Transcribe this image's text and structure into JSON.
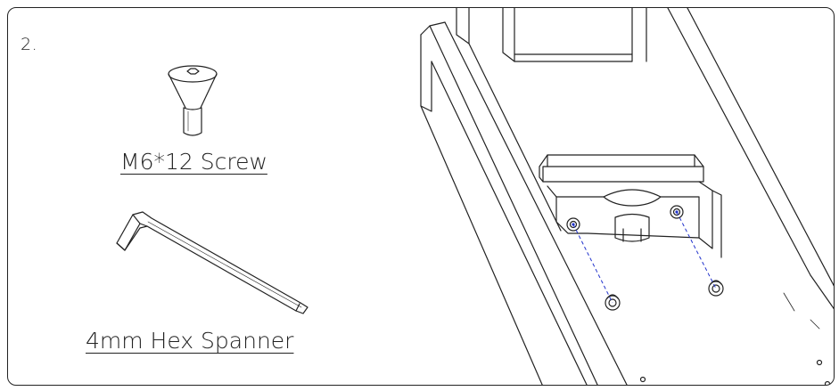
{
  "step": {
    "number": "2."
  },
  "parts": {
    "screw": {
      "label": "M6*12 Screw",
      "icon": "countersunk-hex-screw-icon"
    },
    "spanner": {
      "label": "4mm Hex Spanner",
      "icon": "hex-key-icon"
    }
  },
  "assembly": {
    "icon": "desk-leg-bracket-assembly-icon",
    "fastener_count": 2
  },
  "colors": {
    "line": "#222222",
    "guide": "#2233cc",
    "background": "#ffffff"
  }
}
